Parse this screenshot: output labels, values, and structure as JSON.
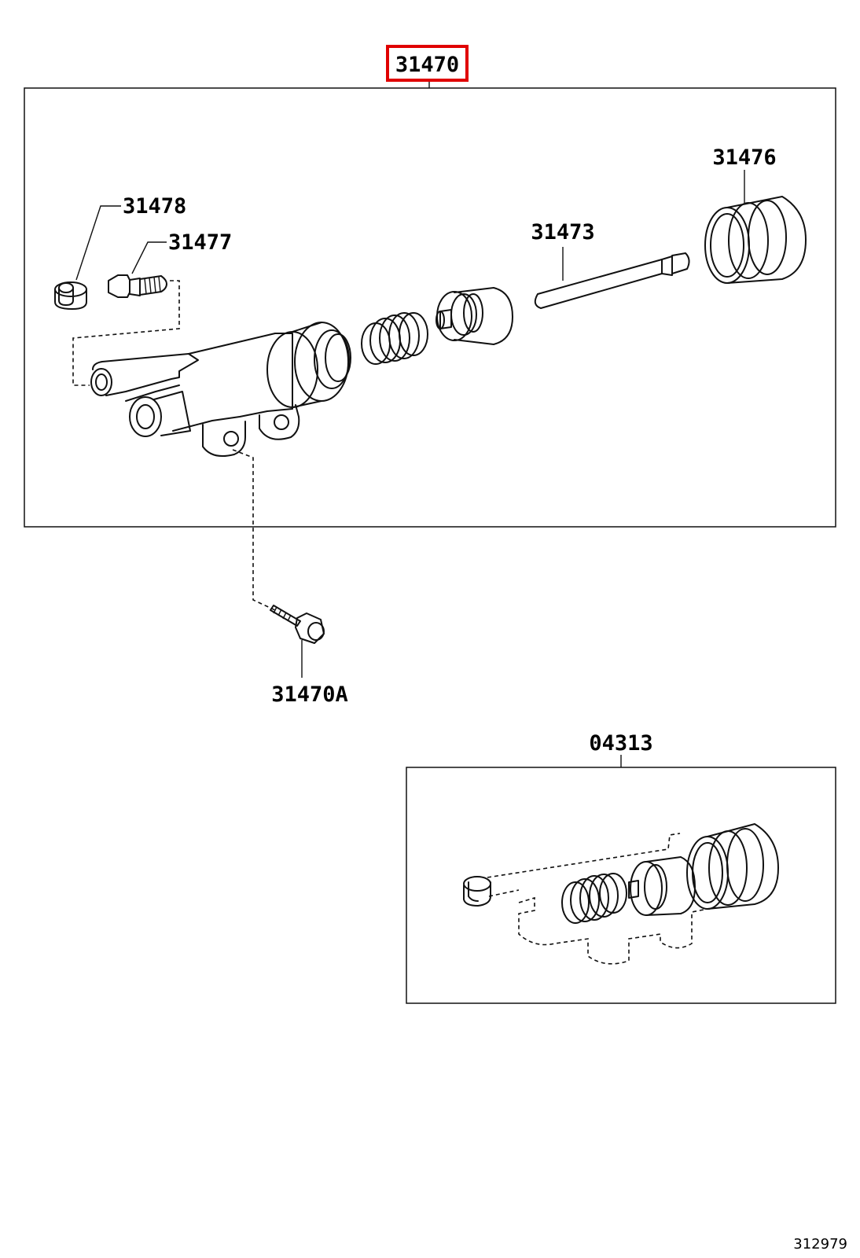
{
  "labels": {
    "kit_main": "31470",
    "part_31476": "31476",
    "part_31478": "31478",
    "part_31477": "31477",
    "part_31473": "31473",
    "part_31470a": "31470A",
    "kit_repair": "04313"
  },
  "figure_number": "312979",
  "colors": {
    "highlight": "#e00000",
    "line": "#111111",
    "background": "#ffffff"
  }
}
